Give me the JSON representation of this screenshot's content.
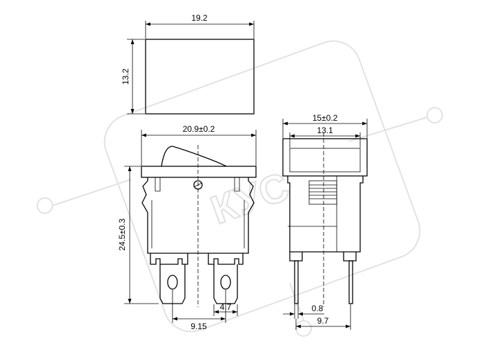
{
  "watermark": {
    "text": "КУС"
  },
  "top_view": {
    "width_label": "19.2",
    "height_label": "13.2"
  },
  "front_view": {
    "width_label": "20.9±0.2",
    "height_label": "24.5±0.3",
    "pitch_label": "9.15",
    "terminal_label": "4.7"
  },
  "side_view": {
    "outer_width_label": "15±0.2",
    "inner_width_label": "13.1",
    "pin_label": "0.8",
    "pitch_label": "9.7"
  }
}
